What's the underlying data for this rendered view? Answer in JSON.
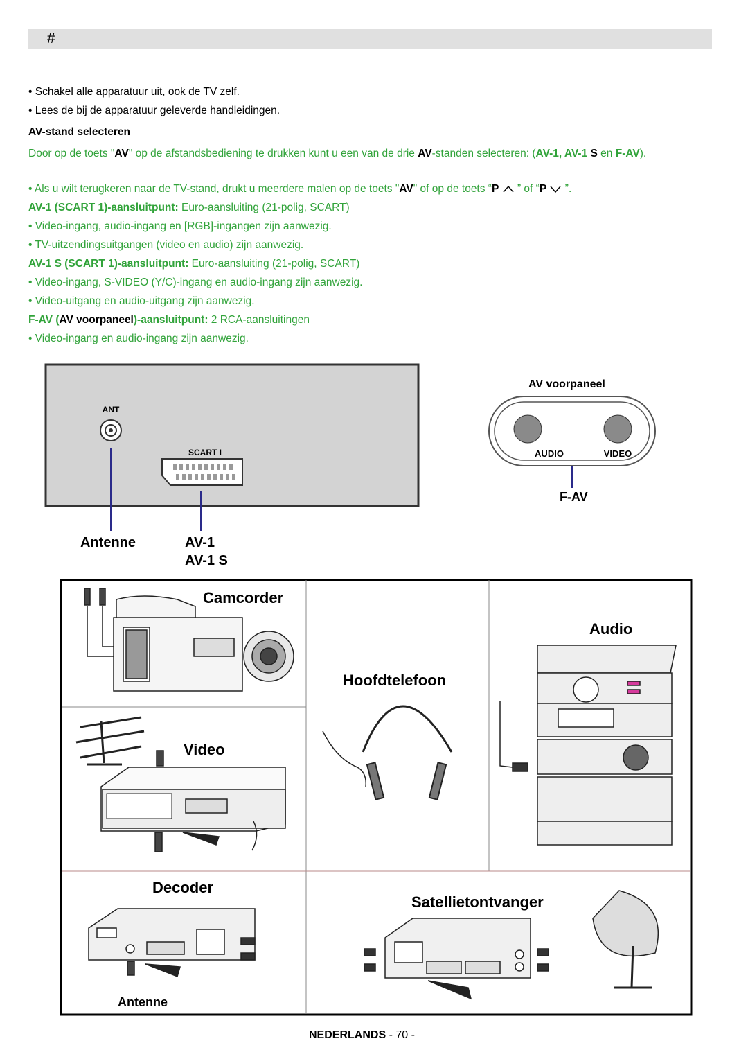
{
  "header": {
    "symbol": "#"
  },
  "intro": {
    "bullet1": "• Schakel alle apparatuur uit, ook de TV zelf.",
    "bullet2": "• Lees de bij de apparatuur geleverde handleidingen.",
    "section_title": "AV-stand selecteren"
  },
  "para1": {
    "a": "Door op de toets \"",
    "b": "AV",
    "c": "\" op de afstandsbediening te drukken kunt u een van de drie ",
    "d": "AV",
    "e": "-standen selecteren: (",
    "f": "AV-1",
    "g": ", ",
    "h": "AV-1 ",
    "i": "S",
    "j": " en ",
    "k": "F-AV",
    "l": ")."
  },
  "para2": {
    "a": "• Als u wilt terugkeren naar de TV-stand, drukt u meerdere malen op de toets \"",
    "b": "AV",
    "c": "\" of op de toets “",
    "d": "P",
    "e": "” of “",
    "f": "P",
    "g": "”."
  },
  "av1": {
    "bold": "AV-1 (SCART 1)-aansluitpunt:",
    "rest": " Euro-aansluiting (21-polig, SCART)",
    "b1": "• Video-ingang, audio-ingang en [RGB]-ingangen zijn aanwezig.",
    "b2": "• TV-uitzendingsuitgangen (video en audio) zijn aanwezig."
  },
  "av1s": {
    "bold": "AV-1 S (SCART 1)-aansluitpunt:",
    "rest": " Euro-aansluiting (21-polig, SCART)",
    "b1": "• Video-ingang, S-VIDEO (Y/C)-ingang en audio-ingang zijn aanwezig.",
    "b2": "• Video-uitgang en audio-uitgang zijn aanwezig."
  },
  "fav": {
    "a": "F-AV (",
    "b": "AV voorpaneel",
    "c": ")-aansluitpunt:",
    "d": " 2 RCA-aansluitingen",
    "b1": "• Video-ingang en audio-ingang zijn aanwezig."
  },
  "diagram": {
    "ant": "ANT",
    "scart": "SCART I",
    "antenne": "Antenne",
    "av1": "AV-1",
    "av1s": "AV-1 S",
    "front_title": "AV voorpaneel",
    "audio": "AUDIO",
    "video": "VIDEO",
    "fav": "F-AV"
  },
  "devices": {
    "camcorder": "Camcorder",
    "audio": "Audio",
    "hoofdtelefoon": "Hoofdtelefoon",
    "video": "Video",
    "decoder": "Decoder",
    "satelliet": "Satellietontvanger",
    "antenne": "Antenne"
  },
  "footer": {
    "lang": "NEDERLANDS",
    "page": " - 70 -"
  },
  "colors": {
    "green": "#31a33a",
    "panel": "#d3d3d3",
    "line": "#2a2a8a"
  }
}
